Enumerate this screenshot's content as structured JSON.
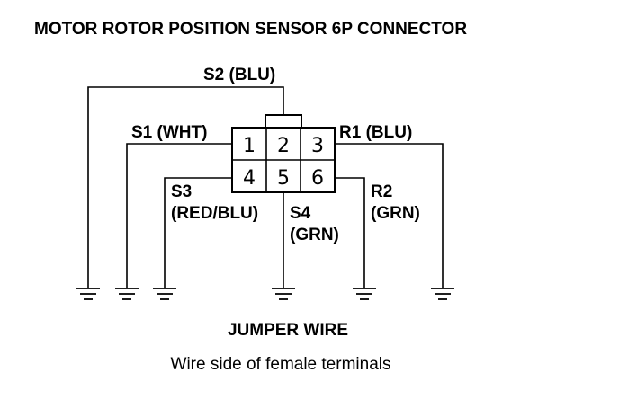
{
  "title": "MOTOR ROTOR POSITION SENSOR 6P CONNECTOR",
  "connector": {
    "pins": [
      "1",
      "2",
      "3",
      "4",
      "5",
      "6"
    ]
  },
  "wires": {
    "s2": "S2 (BLU)",
    "s1": "S1 (WHT)",
    "r1": "R1 (BLU)",
    "s3": {
      "line1": "S3",
      "line2": "(RED/BLU)"
    },
    "s4": {
      "line1": "S4",
      "line2": "(GRN)"
    },
    "r2": {
      "line1": "R2",
      "line2": "(GRN)"
    }
  },
  "jumper_label": "JUMPER WIRE",
  "caption": "Wire side of female terminals",
  "colors": {
    "ink": "#000000",
    "background": "#ffffff"
  }
}
